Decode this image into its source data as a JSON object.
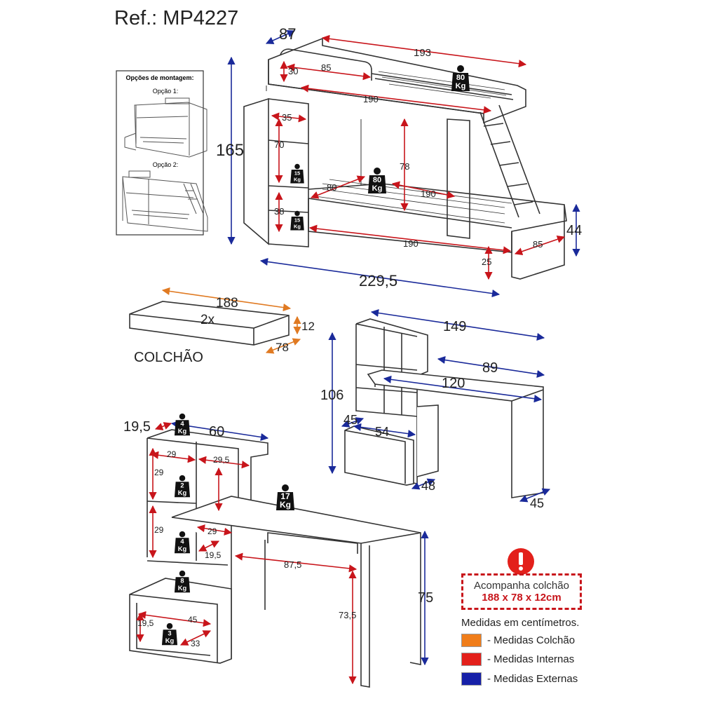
{
  "header": {
    "ref": "Ref.: MP4227"
  },
  "montage": {
    "title": "Opções de montagem:",
    "option1": "Opção 1:",
    "option2": "Opção 2:"
  },
  "bed": {
    "depth_top": "87",
    "length_top": "193",
    "rail_30": "30",
    "rail_85": "85",
    "inner_190_top": "190",
    "height_165": "165",
    "shelf_35": "35",
    "shelf_70": "70",
    "shelf_38": "38",
    "inner_78": "78",
    "inner_80": "80",
    "inner_190_mid": "190",
    "base_190": "190",
    "height_44": "44",
    "depth_85": "85",
    "height_25": "25",
    "total_229": "229,5",
    "load_top": [
      "80",
      "Kg"
    ],
    "load_mid": [
      "80",
      "Kg"
    ],
    "load_shelf1": [
      "15",
      "Kg"
    ],
    "load_shelf2": [
      "15",
      "Kg"
    ]
  },
  "mattress": {
    "length": "188",
    "qty": "2x",
    "height": "12",
    "width": "78",
    "label": "COLCHÃO"
  },
  "desk_small": {
    "w149": "149",
    "w89": "89",
    "w120": "120",
    "h106": "106",
    "d45a": "45",
    "w54": "54",
    "d48": "48",
    "d45b": "45"
  },
  "desk_big": {
    "d19_5": "19,5",
    "w60": "60",
    "c29a": "29",
    "c29_5": "29,5",
    "c29b": "29",
    "c29c": "29",
    "c29d": "29",
    "c19_5b": "19,5",
    "w87_5": "87,5",
    "h75": "75",
    "h73_5": "73,5",
    "d19_5c": "19,5",
    "w45": "45",
    "d33": "33",
    "load_top": [
      "4",
      "Kg"
    ],
    "load_17": [
      "17",
      "Kg"
    ],
    "load_2": [
      "2",
      "Kg"
    ],
    "load_4b": [
      "4",
      "Kg"
    ],
    "load_8": [
      "8",
      "Kg"
    ],
    "load_3": [
      "3",
      "Kg"
    ]
  },
  "legend": {
    "includes": "Acompanha colchão",
    "size": "188 x 78 x 12cm",
    "units": "Medidas em centímetros.",
    "items": [
      {
        "label": "- Medidas Colchão",
        "color": "#f07d1a"
      },
      {
        "label": "- Medidas Internas",
        "color": "#e3201b"
      },
      {
        "label": "- Medidas Externas",
        "color": "#1620a8"
      }
    ]
  },
  "colors": {
    "orange": "#e07a22",
    "red": "#c8151b",
    "blue": "#1a2a9a",
    "line": "#333333"
  }
}
